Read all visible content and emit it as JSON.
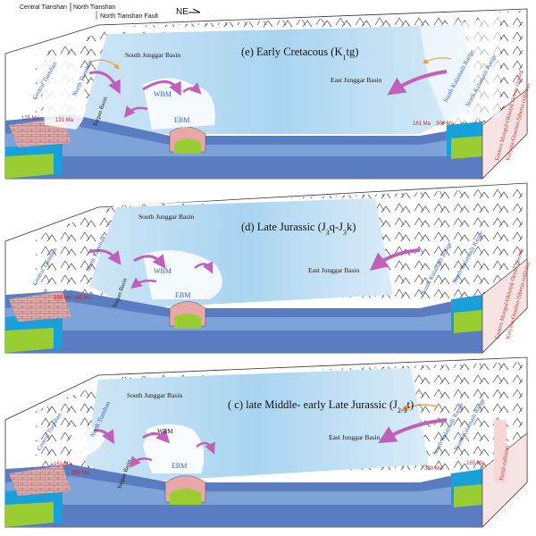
{
  "legend": {
    "central_tianshan": "Central Tianshan",
    "north_tianshan": "North Tianshan",
    "north_tianshan_fault": "North Tianshan Fault",
    "ne_label": "NE"
  },
  "panels": [
    {
      "id": "e",
      "title": "(e)  Early Cretacous (K",
      "title_sub": "1",
      "title_end": "tg)",
      "south_junggar": "South Junggar Basin",
      "east_junggar": "East Junggar Basin",
      "central_tianshan": "Central Tianshan",
      "north_tianshan": "North Tianshan",
      "turpan": "Turpan Basin",
      "wbm": "WBM",
      "ebm": "EBM",
      "south_kalamaili": "South Kalamaili Range",
      "north_kalamaili": "North Kalamaili Range",
      "ages": [
        "125 Ma",
        "131 Ma",
        "161 Ma",
        "309 Ma"
      ],
      "side_text": [
        "Eastern Mongol-Okhotsk Ocean closing",
        "Kolyma-Omolon-Siberia collision"
      ]
    },
    {
      "id": "d",
      "title": "(d)  Late Jurassic (J",
      "title_sub": "3",
      "title_mid": "q-J",
      "title_sub2": "3",
      "title_end": "k)",
      "south_junggar": "South Junggar Basin",
      "east_junggar": "East Junggar Basin",
      "central_tianshan": "Central Tianshan",
      "north_tianshan": "North Tianshan",
      "turpan": "Turpan Basin",
      "wbm": "WBM",
      "ebm": "EBM",
      "south_kalamaili": "South Kalamaili Range",
      "north_kalamaili": "North Kalamaili Range",
      "ages": [
        "338 Ma",
        "165 Ma"
      ],
      "side_text": [
        "Eastern Mongol-Okhotsk Ocean closing",
        "Kolyma-Omolon-Siberia collision"
      ]
    },
    {
      "id": "c",
      "title": "( c) late Middle- early Late Jurassic (J",
      "title_sub": "2-3",
      "title_end": "t)",
      "south_junggar": "South Junggar Basin",
      "east_junggar": "East Junggar Basin",
      "central_tianshan": "Central Tianshan",
      "north_tianshan": "North Tianshan",
      "turpan": "Turpan Basin",
      "wbm": "WBM",
      "ebm": "EBM",
      "south_kalamaili": "South Kalamaili Range",
      "north_kalamaili": "North Kalamaili Range",
      "ages": [
        "161 Ma",
        "295 Ma",
        "330 Ma",
        "165 Ma"
      ],
      "side_text": [
        "Pamir collision"
      ]
    }
  ]
}
